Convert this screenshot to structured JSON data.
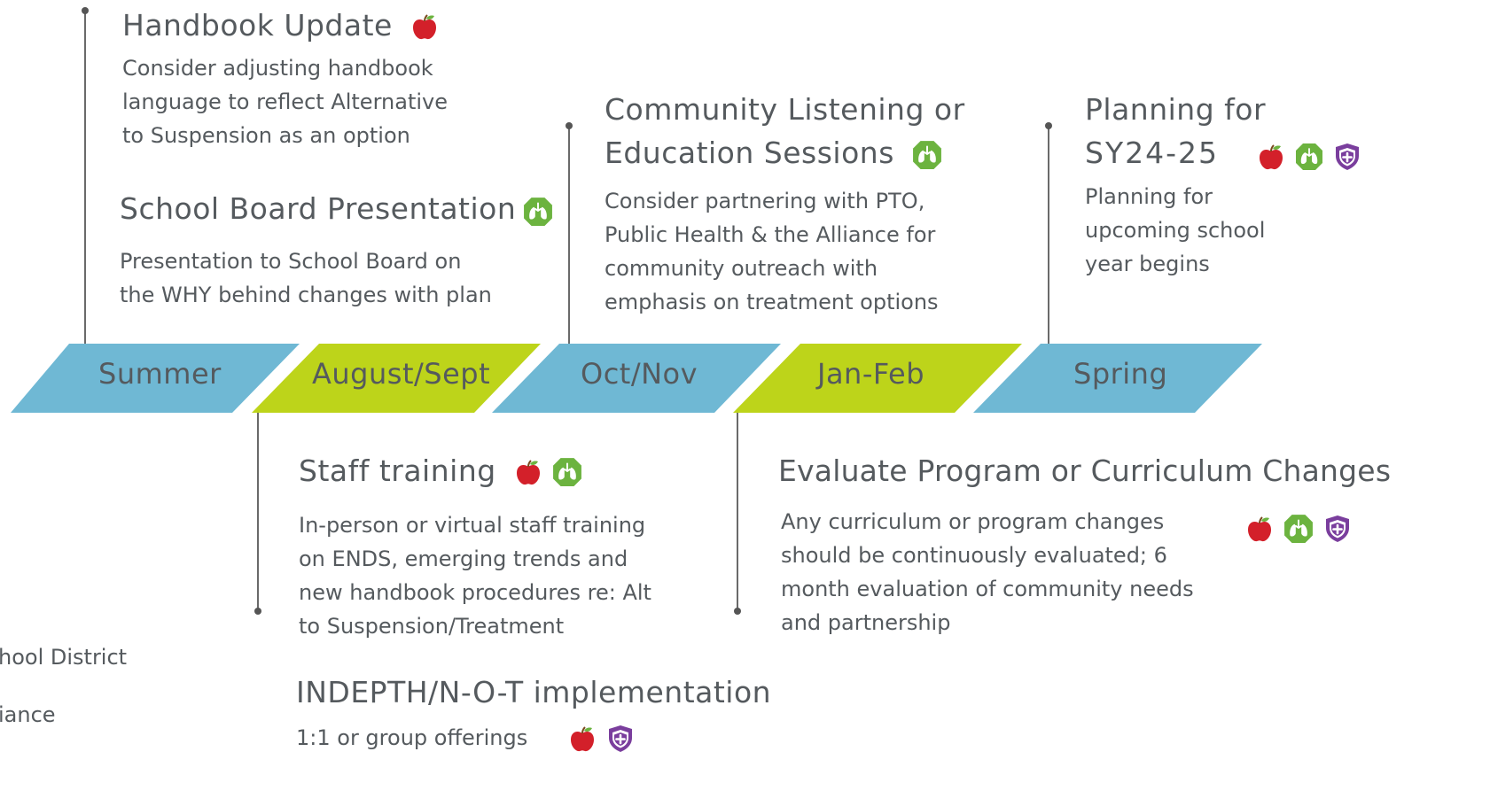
{
  "timeline": {
    "periods": [
      "Summer",
      "August/Sept",
      "Oct/Nov",
      "Jan-Feb",
      "Spring"
    ],
    "colors": {
      "blue": "#6fb8d4",
      "green": "#bdd41a"
    }
  },
  "events": {
    "handbook": {
      "title": "Handbook Update",
      "lines": [
        "Consider adjusting handbook",
        "language to reflect Alternative",
        "to Suspension as an option"
      ],
      "icons": [
        "apple-icon"
      ]
    },
    "board": {
      "title": "School Board Presentation",
      "lines": [
        "Presentation to School Board on",
        "the WHY behind changes with plan"
      ],
      "icons": [
        "lungs-icon"
      ]
    },
    "community": {
      "title_lines": [
        "Community Listening or",
        "Education Sessions"
      ],
      "lines": [
        "Consider partnering with PTO,",
        "Public Health & the Alliance for",
        "community outreach with",
        "emphasis on treatment options"
      ],
      "icons": [
        "lungs-icon"
      ]
    },
    "planning": {
      "title_lines": [
        "Planning for",
        "SY24-25"
      ],
      "lines": [
        "Planning for",
        "upcoming school",
        "year begins"
      ],
      "icons": [
        "apple-icon",
        "lungs-icon",
        "shield-icon"
      ]
    },
    "staff": {
      "title": "Staff training",
      "lines": [
        "In-person or virtual staff training",
        "on ENDS, emerging trends and",
        "new handbook procedures re: Alt",
        "to Suspension/Treatment"
      ],
      "icons": [
        "apple-icon",
        "lungs-icon"
      ]
    },
    "evaluate": {
      "title": "Evaluate Program or Curriculum Changes",
      "lines": [
        "Any curriculum or program changes",
        "should be continuously evaluated; 6",
        "month evaluation of community needs",
        "and partnership"
      ],
      "icons": [
        "apple-icon",
        "lungs-icon",
        "shield-icon"
      ]
    },
    "indepth": {
      "title": "INDEPTH/N-O-T implementation",
      "lines": [
        "1:1 or group offerings"
      ],
      "icons": [
        "apple-icon",
        "shield-icon"
      ]
    }
  },
  "legend": {
    "items": [
      "hool District",
      "iance"
    ]
  },
  "icon_colors": {
    "apple": "#d3202a",
    "lungs": "#6cb33f",
    "shield": "#7a3e9d"
  }
}
